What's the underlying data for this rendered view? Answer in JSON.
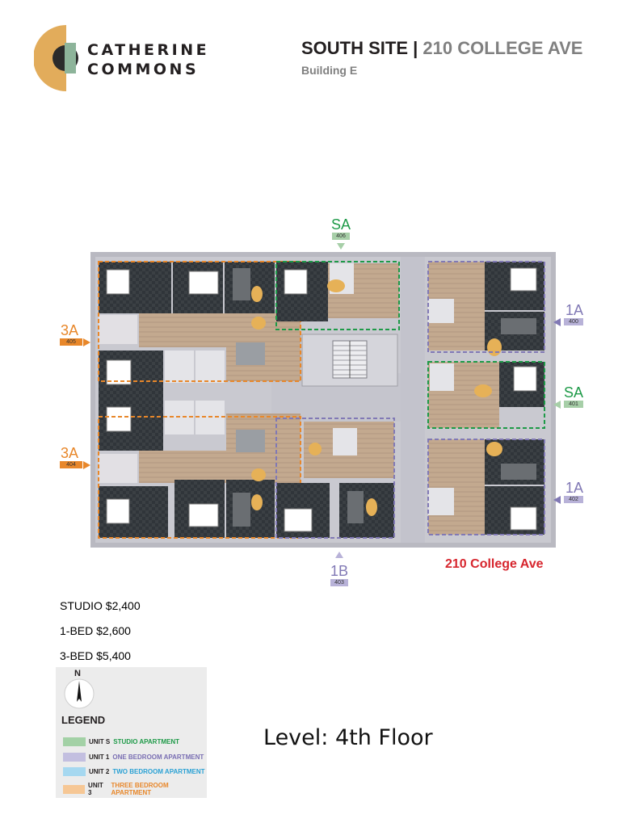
{
  "brand": {
    "line1": "CATHERINE",
    "line2": "COMMONS",
    "colors": {
      "gold": "#e2ac5b",
      "dark": "#2b2b2b",
      "sage": "#8db49a"
    }
  },
  "header": {
    "site": "SOUTH SITE",
    "separator": "|",
    "address": "210 COLLEGE AVE",
    "building": "Building E"
  },
  "units": [
    {
      "code": "SA",
      "number": "406",
      "color": "#1e9a48",
      "tag_color": "#a7cfa8",
      "pointer": "down"
    },
    {
      "code": "3A",
      "number": "405",
      "color": "#e8872a",
      "tag_color": "#e8872a",
      "pointer": "right"
    },
    {
      "code": "3A",
      "number": "404",
      "color": "#e8872a",
      "tag_color": "#e8872a",
      "pointer": "right"
    },
    {
      "code": "1A",
      "number": "400",
      "color": "#8179b5",
      "tag_color": "#b8b2d8",
      "pointer": "left"
    },
    {
      "code": "SA",
      "number": "401",
      "color": "#1e9a48",
      "tag_color": "#a7cfa8",
      "pointer": "left"
    },
    {
      "code": "1A",
      "number": "402",
      "color": "#8179b5",
      "tag_color": "#b8b2d8",
      "pointer": "left"
    },
    {
      "code": "1B",
      "number": "403",
      "color": "#8179b5",
      "tag_color": "#b8b2d8",
      "pointer": "up"
    }
  ],
  "street_label": "210 College Ave",
  "pricing": [
    {
      "label": "STUDIO $2,400"
    },
    {
      "label": "1-BED $2,600"
    },
    {
      "label": "3-BED $5,400"
    }
  ],
  "legend": {
    "north": "N",
    "title": "LEGEND",
    "items": [
      {
        "code": "UNIT S",
        "desc": "STUDIO APARTMENT",
        "swatch": "#a3d1a6",
        "text_color": "#1e9a48"
      },
      {
        "code": "UNIT 1",
        "desc": "ONE BEDROOM APARTMENT",
        "swatch": "#c3bfe0",
        "text_color": "#7a6fb3"
      },
      {
        "code": "UNIT 2",
        "desc": "TWO BEDROOM APARTMENT",
        "swatch": "#a6d8f0",
        "text_color": "#2aa1d4"
      },
      {
        "code": "UNIT 3",
        "desc": "THREE BEDROOM APARTMENT",
        "swatch": "#f6c795",
        "text_color": "#e8872a"
      }
    ]
  },
  "level": "Level: 4th Floor"
}
